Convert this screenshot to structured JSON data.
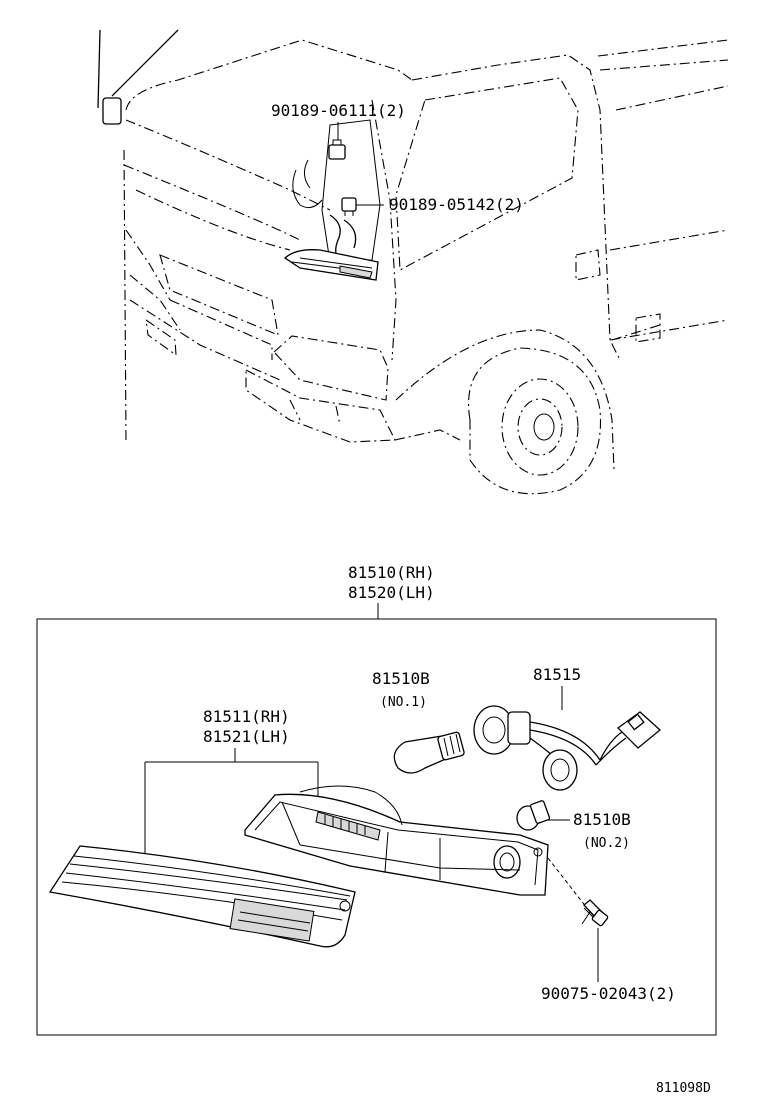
{
  "callouts": {
    "clip_top": "90189-06111(2)",
    "clip_mid": "90189-05142(2)",
    "assembly_rh": "81510(RH)",
    "assembly_lh": "81520(LH)",
    "lens_rh": "81511(RH)",
    "lens_lh": "81521(LH)",
    "bulb1_code": "81510B",
    "bulb1_note": "(NO.1)",
    "socket_code": "81515",
    "bulb2_code": "81510B",
    "bulb2_note": "(NO.2)",
    "screw": "90075-02043(2)"
  },
  "diagram_id": "811098D"
}
